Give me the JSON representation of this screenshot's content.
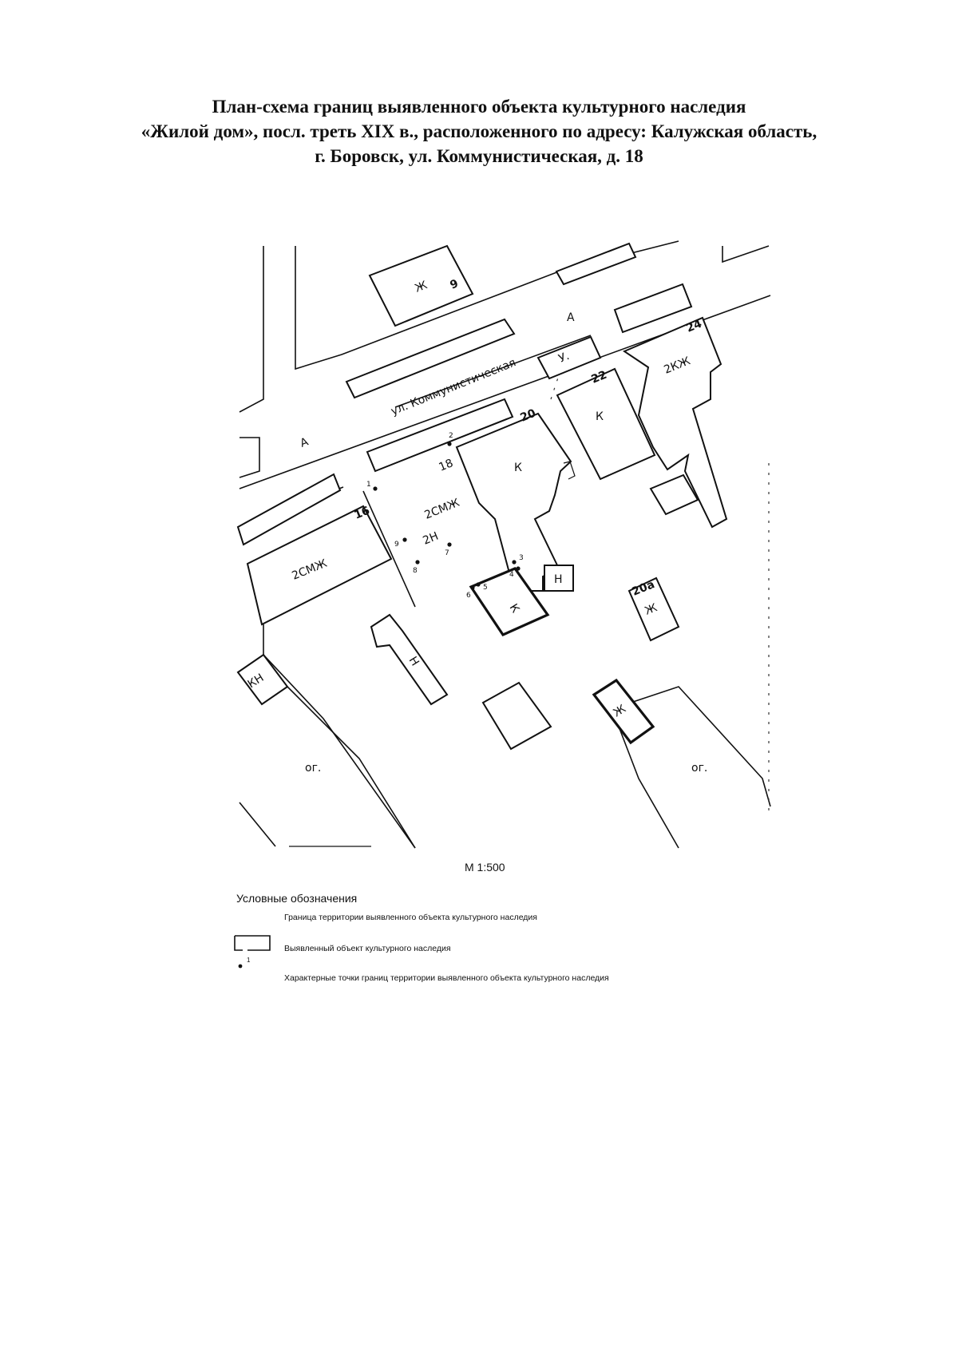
{
  "title": {
    "line1": "План-схема границ выявленного объекта культурного наследия",
    "line2": "«Жилой дом», посл. треть XIX в., расположенного по адресу: Калужская область,",
    "line3": "г. Боровск, ул. Коммунистическая, д. 18"
  },
  "map": {
    "street_name": "ул. Коммунистическая",
    "labels": {
      "zh_9": "Ж",
      "num_9": "9",
      "a_top": "А",
      "v_small": "У.",
      "num_24": "24",
      "b_2kzh": "2КЖ",
      "num_22": "22",
      "k_22": "К",
      "num_20": "20",
      "k_20": "К",
      "a_left": "А",
      "num_18": "18",
      "csmzh_18": "2СМЖ",
      "n2_18": "2Н",
      "num_16": "16",
      "csmzh_16": "2СМЖ",
      "n_small": "Н",
      "k_lower": "К",
      "num_20a": "20а",
      "zh_20a": "Ж",
      "n_long": "Н",
      "kn": "КН",
      "zh_lower": "Ж",
      "og_left": "ог.",
      "og_right": "ог."
    },
    "points": [
      "1",
      "2",
      "3",
      "4",
      "5",
      "6",
      "7",
      "8",
      "9"
    ]
  },
  "scale": "М 1:500",
  "legend": {
    "title": "Условные обозначения",
    "items": [
      "Граница территории выявленного объекта культурного наследия",
      "Выявленный объект культурного наследия",
      "Характерные точки границ территории выявленного объекта культурного наследия"
    ],
    "point_symbol_label": "1"
  }
}
